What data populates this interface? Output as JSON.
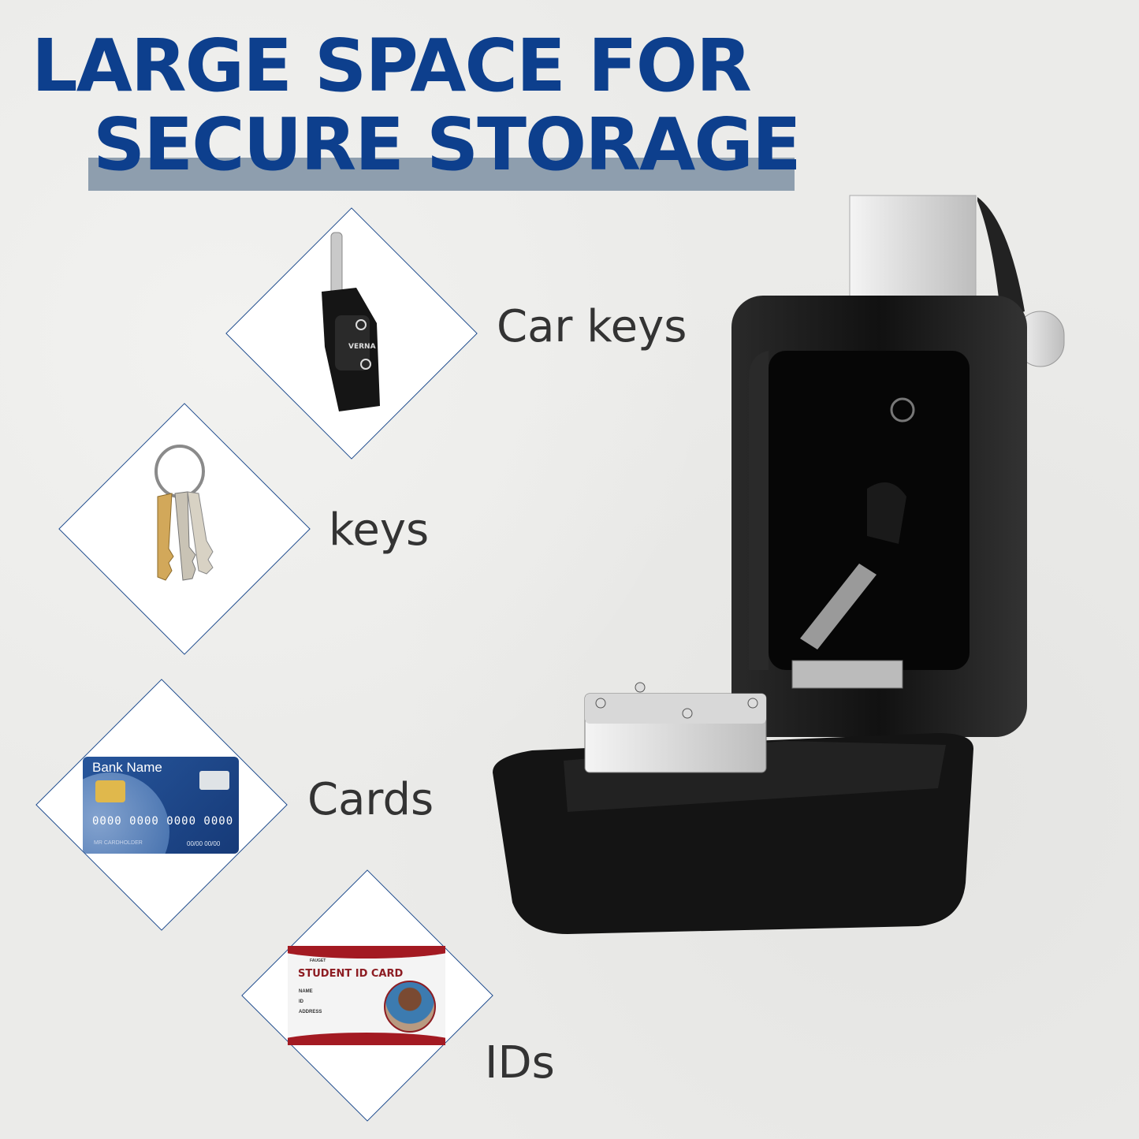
{
  "headline": {
    "line1": "LARGE SPACE FOR",
    "line2": "SECURE STORAGE"
  },
  "items": [
    {
      "label": "Car keys",
      "icon": "car-key-fob-icon",
      "fob_text": "VERNA"
    },
    {
      "label": "keys",
      "icon": "key-ring-icon"
    },
    {
      "label": "Cards",
      "icon": "bank-card-icon",
      "card": {
        "bank": "Bank Name",
        "number": "0000 0000 0000 0000",
        "holder": "MR CARDHOLDER",
        "dates": "00/00 00/00"
      }
    },
    {
      "label": "IDs",
      "icon": "student-id-card-icon",
      "card": {
        "brand": "FAUGET",
        "title": "STUDENT ID CARD",
        "fields": [
          "NAME",
          "ID",
          "ADDRESS"
        ]
      }
    }
  ],
  "colors": {
    "headline": "#0d3f8d",
    "highlight_bar": "#8e9eae",
    "diamond_border": "#1d4a8c",
    "label": "#333333"
  }
}
